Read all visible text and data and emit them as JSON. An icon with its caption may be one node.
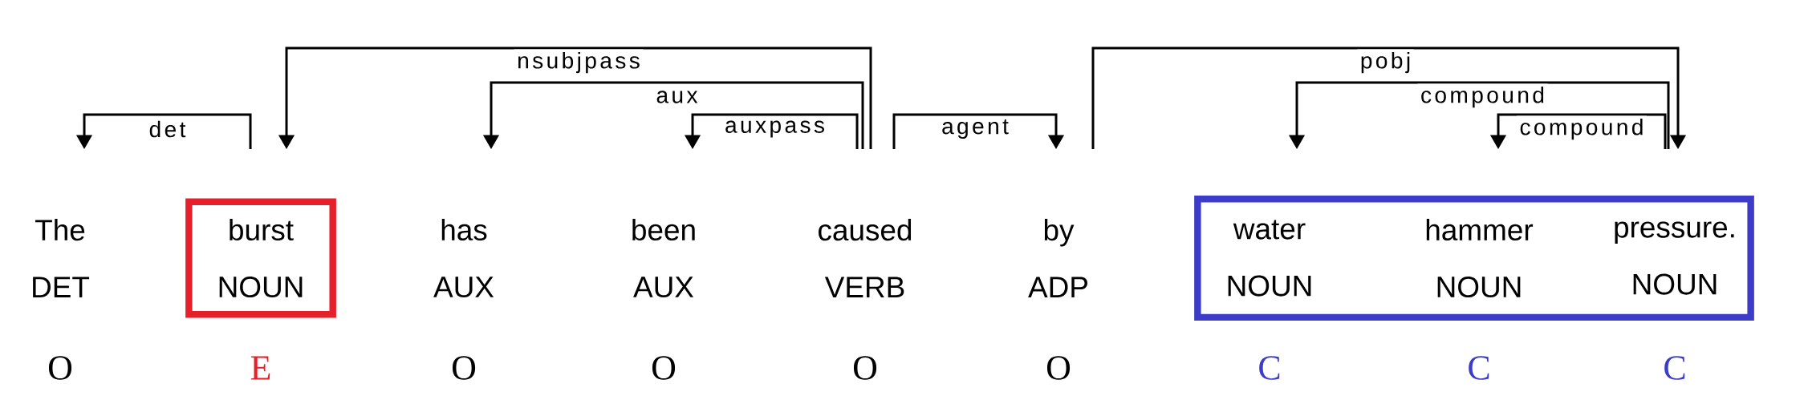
{
  "diagram": {
    "nodes": [
      {
        "text": [
          "The",
          "DET"
        ],
        "beside": [
          "O"
        ]
      },
      {
        "text": [
          "burst",
          "NOUN"
        ],
        "beside": [
          "E"
        ]
      },
      {
        "text": [
          "has",
          "AUX"
        ],
        "beside": [
          "O"
        ]
      },
      {
        "text": [
          "been",
          "AUX"
        ],
        "beside": [
          "O"
        ]
      },
      {
        "text": [
          "caused",
          "VERB"
        ],
        "beside": [
          "O"
        ]
      },
      {
        "text": [
          "by",
          "ADP"
        ],
        "beside": [
          "O"
        ]
      },
      {
        "text": [],
        "shape": "box"
      },
      {
        "text": [
          "water",
          "NOUN"
        ],
        "beside": [
          "C"
        ],
        "in": 6
      },
      {
        "text": [
          "hammer",
          "NOUN"
        ],
        "beside": [
          "C"
        ],
        "in": 6
      },
      {
        "text": [
          "pressure.",
          "NOUN"
        ],
        "beside": [
          "C"
        ],
        "in": 6
      }
    ],
    "edges": [
      {
        "from": 1,
        "to": 0,
        "arrow": "to",
        "label": "det"
      },
      {
        "from": 4,
        "to": 1,
        "arrow": "to",
        "label": "nsubjpass"
      },
      {
        "from": 4,
        "to": 2,
        "arrow": "to",
        "label": "aux"
      },
      {
        "from": 4,
        "to": 3,
        "arrow": "to",
        "label": "auxpass"
      },
      {
        "from": 4,
        "to": 5,
        "arrow": "to",
        "label": "agent"
      },
      {
        "from": 5,
        "to": 9,
        "arrow": "to",
        "label": "pobj"
      },
      {
        "from": 9,
        "to": 7,
        "arrow": "to",
        "label": "compound"
      },
      {
        "from": 9,
        "to": 8,
        "arrow": "to",
        "label": "compound"
      }
    ]
  }
}
